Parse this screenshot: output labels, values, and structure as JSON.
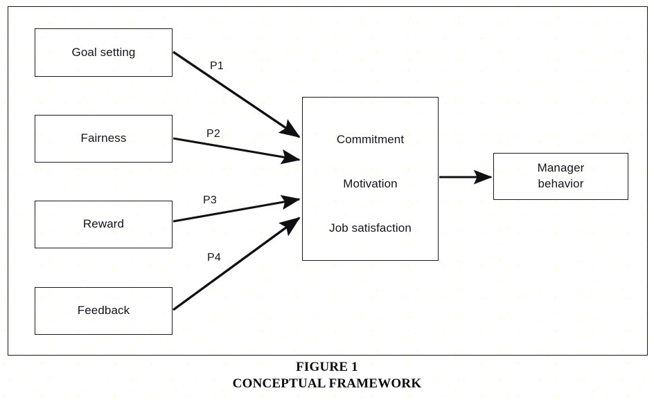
{
  "figure": {
    "caption_title": "FIGURE 1",
    "caption_subtitle": "CONCEPTUAL FRAMEWORK"
  },
  "diagram_data": {
    "type": "conceptual-framework",
    "orientation": "left-to-right",
    "antecedents": [
      {
        "id": "goal-setting",
        "label": "Goal setting"
      },
      {
        "id": "fairness",
        "label": "Fairness"
      },
      {
        "id": "reward",
        "label": "Reward"
      },
      {
        "id": "feedback",
        "label": "Feedback"
      }
    ],
    "mediator": {
      "id": "mediating-states",
      "lines": [
        "Commitment",
        "Motivation",
        "Job satisfaction"
      ]
    },
    "outcome": {
      "id": "manager-behavior",
      "label_line_1": "Manager",
      "label_line_2": "behavior"
    },
    "propositions": [
      {
        "id": "p1",
        "label": "P1",
        "from": "goal-setting",
        "to": "mediating-states"
      },
      {
        "id": "p2",
        "label": "P2",
        "from": "fairness",
        "to": "mediating-states"
      },
      {
        "id": "p3",
        "label": "P3",
        "from": "reward",
        "to": "mediating-states"
      },
      {
        "id": "p4",
        "label": "P4",
        "from": "feedback",
        "to": "mediating-states"
      },
      {
        "id": "p5",
        "label": "",
        "from": "mediating-states",
        "to": "manager-behavior"
      }
    ],
    "colors": {
      "text": "#13131b",
      "stroke": "#1a1a1e",
      "background": "#ffffff",
      "caption_text": "#0b0b0f"
    }
  }
}
